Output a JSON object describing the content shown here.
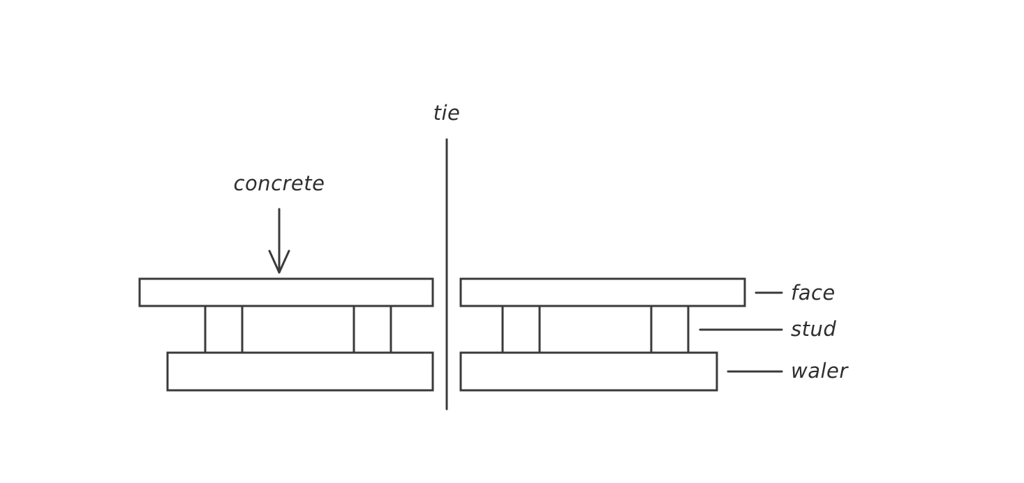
{
  "labels": {
    "tie": "tie",
    "concrete": "concrete",
    "face": "face",
    "stud": "stud",
    "waler": "waler"
  },
  "colors": {
    "stroke": "#3a3a3a",
    "text": "#2f2f2f",
    "background": "#ffffff"
  }
}
